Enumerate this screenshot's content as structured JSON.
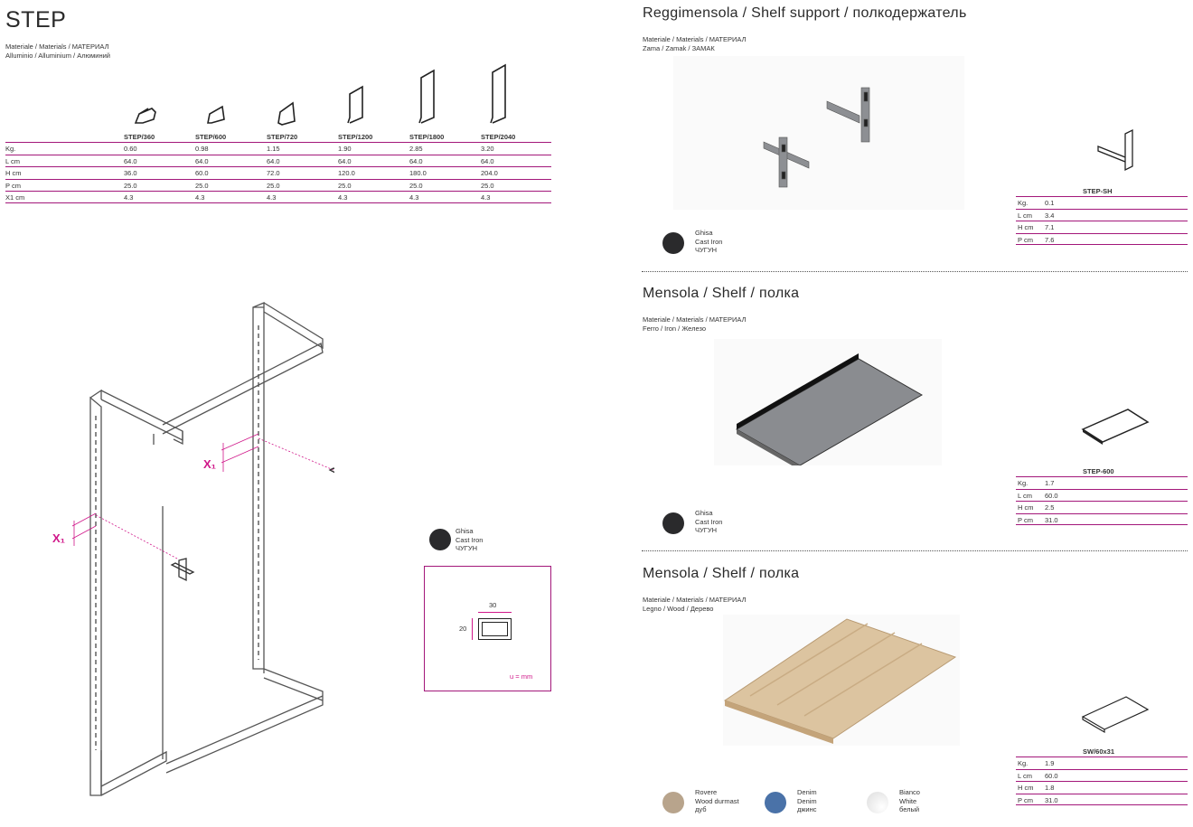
{
  "step": {
    "title": "STEP",
    "materials_label": "Materiale / Materials / МАТЕРИАЛ",
    "material": "Alluminio / Alluminium / Алюминий",
    "row_labels": [
      "Kg.",
      "L cm",
      "H cm",
      "P cm",
      "X1 cm"
    ],
    "models": [
      {
        "name": "STEP/360",
        "values": [
          "0.60",
          "64.0",
          "36.0",
          "25.0",
          "4.3"
        ]
      },
      {
        "name": "STEP/600",
        "values": [
          "0.98",
          "64.0",
          "60.0",
          "25.0",
          "4.3"
        ]
      },
      {
        "name": "STEP/720",
        "values": [
          "1.15",
          "64.0",
          "72.0",
          "25.0",
          "4.3"
        ]
      },
      {
        "name": "STEP/1200",
        "values": [
          "1.90",
          "64.0",
          "120.0",
          "25.0",
          "4.3"
        ]
      },
      {
        "name": "STEP/1800",
        "values": [
          "2.85",
          "64.0",
          "180.0",
          "25.0",
          "4.3"
        ]
      },
      {
        "name": "STEP/2040",
        "values": [
          "3.20",
          "64.0",
          "204.0",
          "25.0",
          "4.3"
        ]
      }
    ],
    "diagram": {
      "x1_label": "X1",
      "finish": {
        "lines": [
          "Ghisa",
          "Cast Iron",
          "ЧУГУН"
        ],
        "color": "#2a2a2c"
      },
      "profile": {
        "width": "30",
        "height": "20",
        "unit": "u = mm"
      }
    }
  },
  "sections": [
    {
      "title": "Reggimensola / Shelf support / полкодержатель",
      "materials_label": "Materiale / Materials / МАТЕРИАЛ",
      "material": "Zama / Zamak / ЗАМАК",
      "code": "STEP-SH",
      "rows": [
        [
          "Kg.",
          "0.1"
        ],
        [
          "L cm",
          "3.4"
        ],
        [
          "H cm",
          "7.1"
        ],
        [
          "P cm",
          "7.6"
        ]
      ],
      "finishes": [
        {
          "lines": [
            "Ghisa",
            "Cast Iron",
            "ЧУГУН"
          ],
          "color": "#2a2a2c"
        }
      ]
    },
    {
      "title": "Mensola / Shelf / полка",
      "materials_label": "Materiale / Materials / МАТЕРИАЛ",
      "material": "Ferro / Iron / Железо",
      "code": "STEP-600",
      "rows": [
        [
          "Kg.",
          "1.7"
        ],
        [
          "L cm",
          "60.0"
        ],
        [
          "H cm",
          "2.5"
        ],
        [
          "P cm",
          "31.0"
        ]
      ],
      "finishes": [
        {
          "lines": [
            "Ghisa",
            "Cast Iron",
            "ЧУГУН"
          ],
          "color": "#2a2a2c"
        }
      ]
    },
    {
      "title": "Mensola / Shelf / полка",
      "materials_label": "Materiale / Materials / МАТЕРИАЛ",
      "material": "Legno / Wood / Дерево",
      "code": "SW/60x31",
      "rows": [
        [
          "Kg.",
          "1.9"
        ],
        [
          "L cm",
          "60.0"
        ],
        [
          "H cm",
          "1.8"
        ],
        [
          "P cm",
          "31.0"
        ]
      ],
      "finishes": [
        {
          "lines": [
            "Rovere",
            "Wood durmast",
            "дуб"
          ],
          "color": "#b8a48c"
        },
        {
          "lines": [
            "Denim",
            "Denim",
            "джинс"
          ],
          "color": "#4a72a8"
        },
        {
          "lines": [
            "Bianco",
            "White",
            "белый"
          ],
          "color": "#e8e8e8"
        }
      ]
    }
  ],
  "colors": {
    "accent": "#a3177a"
  }
}
